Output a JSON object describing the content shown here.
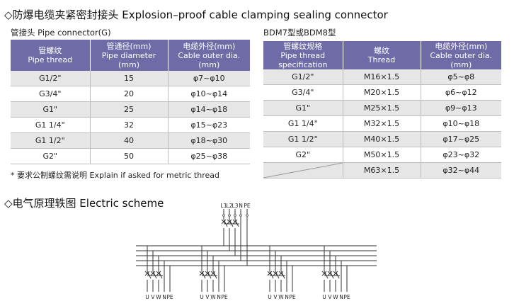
{
  "header": {
    "title": "◇防爆电缆夹紧密封接头 Explosion–proof cable clamping sealing connector"
  },
  "table1": {
    "caption": "管接头 Pipe connector(G)",
    "headers": [
      [
        "管螺纹",
        "Pipe thread"
      ],
      [
        "管通径(mm)",
        "Pipe diameter",
        "(mm)"
      ],
      [
        "电缆外径(mm)",
        "Cable outer dia.",
        "(mm)"
      ]
    ],
    "rows": [
      [
        "G1/2\"",
        "15",
        "φ7~φ10"
      ],
      [
        "G3/4\"",
        "20",
        "φ10~φ14"
      ],
      [
        "G1\"",
        "25",
        "φ14~φ18"
      ],
      [
        "G1 1/4\"",
        "32",
        "φ15~φ23"
      ],
      [
        "G1 1/2\"",
        "40",
        "φ18~φ30"
      ],
      [
        "G2\"",
        "50",
        "φ25~φ38"
      ]
    ]
  },
  "table2": {
    "caption": "BDM7型或BDM8型",
    "headers": [
      [
        "管螺纹规格",
        "Pipe thread",
        "specification"
      ],
      [
        "螺纹",
        "Thread"
      ],
      [
        "电缆外径(mm)",
        "Cable outer dia.",
        "(mm)"
      ]
    ],
    "rows": [
      [
        "G1/2\"",
        "M16×1.5",
        "φ5~φ8"
      ],
      [
        "G3/4\"",
        "M20×1.5",
        "φ6~φ12"
      ],
      [
        "G1\"",
        "M25×1.5",
        "φ9~φ13"
      ],
      [
        "G1 1/4\"",
        "M32×1.5",
        "φ10~φ18"
      ],
      [
        "G1 1/2\"",
        "M40×1.5",
        "φ17~φ25"
      ],
      [
        "G2\"",
        "M50×1.5",
        "φ23~φ32"
      ],
      [
        "",
        "M63×1.5",
        "φ32~φ44"
      ]
    ]
  },
  "note": "* 要求公制螺纹需说明  Explain if asked for metric thread",
  "scheme": {
    "title": "◇电气原理轶图 Electric scheme",
    "top_labels": [
      "L1",
      "L2",
      "L3",
      "N",
      "PE"
    ],
    "branch_labels": [
      "U",
      "V",
      "W",
      "N",
      "PE"
    ]
  }
}
